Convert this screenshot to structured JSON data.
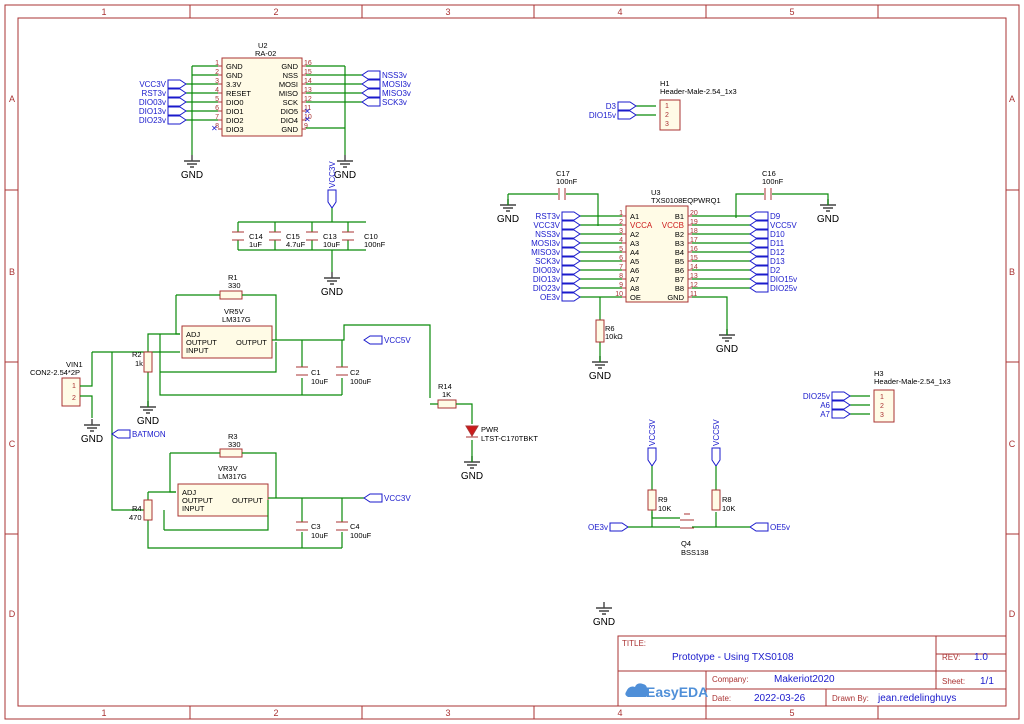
{
  "title_block": {
    "title_label": "TITLE:",
    "title": "Prototype - Using TXS0108",
    "rev_label": "REV:",
    "rev": "1.0",
    "company_label": "Company:",
    "company": "Makeriot2020",
    "sheet_label": "Sheet:",
    "sheet": "1/1",
    "date_label": "Date:",
    "date": "2022-03-26",
    "drawn_label": "Drawn By:",
    "drawn_by": "jean.redelinghuys",
    "logo": "EasyEDA"
  },
  "grid": {
    "cols": [
      "1",
      "2",
      "3",
      "4",
      "5"
    ],
    "rows": [
      "A",
      "B",
      "C",
      "D"
    ]
  },
  "components": {
    "u2": {
      "ref": "U2",
      "value": "RA-02",
      "left_pins": [
        "GND",
        "GND",
        "3.3V",
        "RESET",
        "DIO0",
        "DIO1",
        "DIO2",
        "DIO3"
      ],
      "left_nums": [
        "1",
        "2",
        "3",
        "4",
        "5",
        "6",
        "7",
        "8"
      ],
      "right_pins": [
        "GND",
        "NSS",
        "MOSI",
        "MISO",
        "SCK",
        "DIO5",
        "DIO4",
        "GND"
      ],
      "right_nums": [
        "16",
        "15",
        "14",
        "13",
        "12",
        "11",
        "10",
        "9"
      ]
    },
    "u3": {
      "ref": "U3",
      "value": "TXS0108EQPWRQ1",
      "left_pins": [
        "A1",
        "VCCA",
        "A2",
        "A3",
        "A4",
        "A5",
        "A6",
        "A7",
        "A8",
        "OE"
      ],
      "left_nums": [
        "1",
        "2",
        "3",
        "4",
        "5",
        "6",
        "7",
        "8",
        "9",
        "10"
      ],
      "right_pins": [
        "B1",
        "VCCB",
        "B2",
        "B3",
        "B4",
        "B5",
        "B6",
        "B7",
        "B8",
        "GND"
      ],
      "right_nums": [
        "20",
        "19",
        "18",
        "17",
        "16",
        "15",
        "14",
        "13",
        "12",
        "11"
      ]
    },
    "h1": {
      "ref": "H1",
      "value": "Header-Male-2.54_1x3",
      "pins": [
        "1",
        "2",
        "3"
      ]
    },
    "h3": {
      "ref": "H3",
      "value": "Header-Male-2.54_1x3",
      "pins": [
        "1",
        "2",
        "3"
      ]
    },
    "c17": {
      "ref": "C17",
      "value": "100nF"
    },
    "c16": {
      "ref": "C16",
      "value": "100nF"
    },
    "c14": {
      "ref": "C14",
      "value": "1uF"
    },
    "c15": {
      "ref": "C15",
      "value": "4.7uF"
    },
    "c13": {
      "ref": "C13",
      "value": "10uF"
    },
    "c10": {
      "ref": "C10",
      "value": "100nF"
    },
    "r1": {
      "ref": "R1",
      "value": "330"
    },
    "r2": {
      "ref": "R2",
      "value": "1k"
    },
    "r3": {
      "ref": "R3",
      "value": "330"
    },
    "r4": {
      "ref": "R4",
      "value": "470"
    },
    "r6": {
      "ref": "R6",
      "value": "10kΩ"
    },
    "r8": {
      "ref": "R8",
      "value": "10K"
    },
    "r9": {
      "ref": "R9",
      "value": "10K"
    },
    "r14": {
      "ref": "R14",
      "value": "1K"
    },
    "vr5v": {
      "ref": "VR5V",
      "value": "LM317G",
      "pins": [
        "ADJ",
        "OUTPUT",
        "INPUT",
        "OUTPUT"
      ]
    },
    "vr3v": {
      "ref": "VR3V",
      "value": "LM317G",
      "pins": [
        "ADJ",
        "OUTPUT",
        "INPUT",
        "OUTPUT"
      ]
    },
    "c1": {
      "ref": "C1",
      "value": "10uF"
    },
    "c2": {
      "ref": "C2",
      "value": "100uF"
    },
    "c3": {
      "ref": "C3",
      "value": "10uF"
    },
    "c4": {
      "ref": "C4",
      "value": "100uF"
    },
    "vin1": {
      "ref": "VIN1",
      "value": "CON2-2.54*2P",
      "pins": [
        "1",
        "2"
      ]
    },
    "pwr": {
      "ref": "PWR",
      "value": "LTST-C170TBKT"
    },
    "q4": {
      "ref": "Q4",
      "value": "BSS138"
    }
  },
  "nets": {
    "u2_left": [
      "VCC3V",
      "RST3v",
      "DIO03v",
      "DIO13v",
      "DIO23v"
    ],
    "u2_right": [
      "NSS3v",
      "MOSI3v",
      "MISO3v",
      "SCK3v"
    ],
    "h1": [
      "D3",
      "DIO15v"
    ],
    "u3_left": [
      "RST3v",
      "VCC3V",
      "NSS3v",
      "MOSI3v",
      "MISO3v",
      "SCK3v",
      "DIO03v",
      "DIO13v",
      "DIO23v",
      "OE3v"
    ],
    "u3_right": [
      "D9",
      "VCC5V",
      "D10",
      "D11",
      "D12",
      "D13",
      "D2",
      "DIO15v",
      "DIO25v"
    ],
    "h3": [
      "DIO25v",
      "A6",
      "A7"
    ],
    "vcc3v_caps": "VCC3V",
    "vcc5v_out": "VCC5V",
    "vcc3v_out": "VCC3V",
    "batmon": "BATMON",
    "q4_vcc3v": "VCC3V",
    "q4_vcc5v": "VCC5V",
    "oe3v": "OE3v",
    "oe5v": "OE5v",
    "gnd": "GND"
  }
}
